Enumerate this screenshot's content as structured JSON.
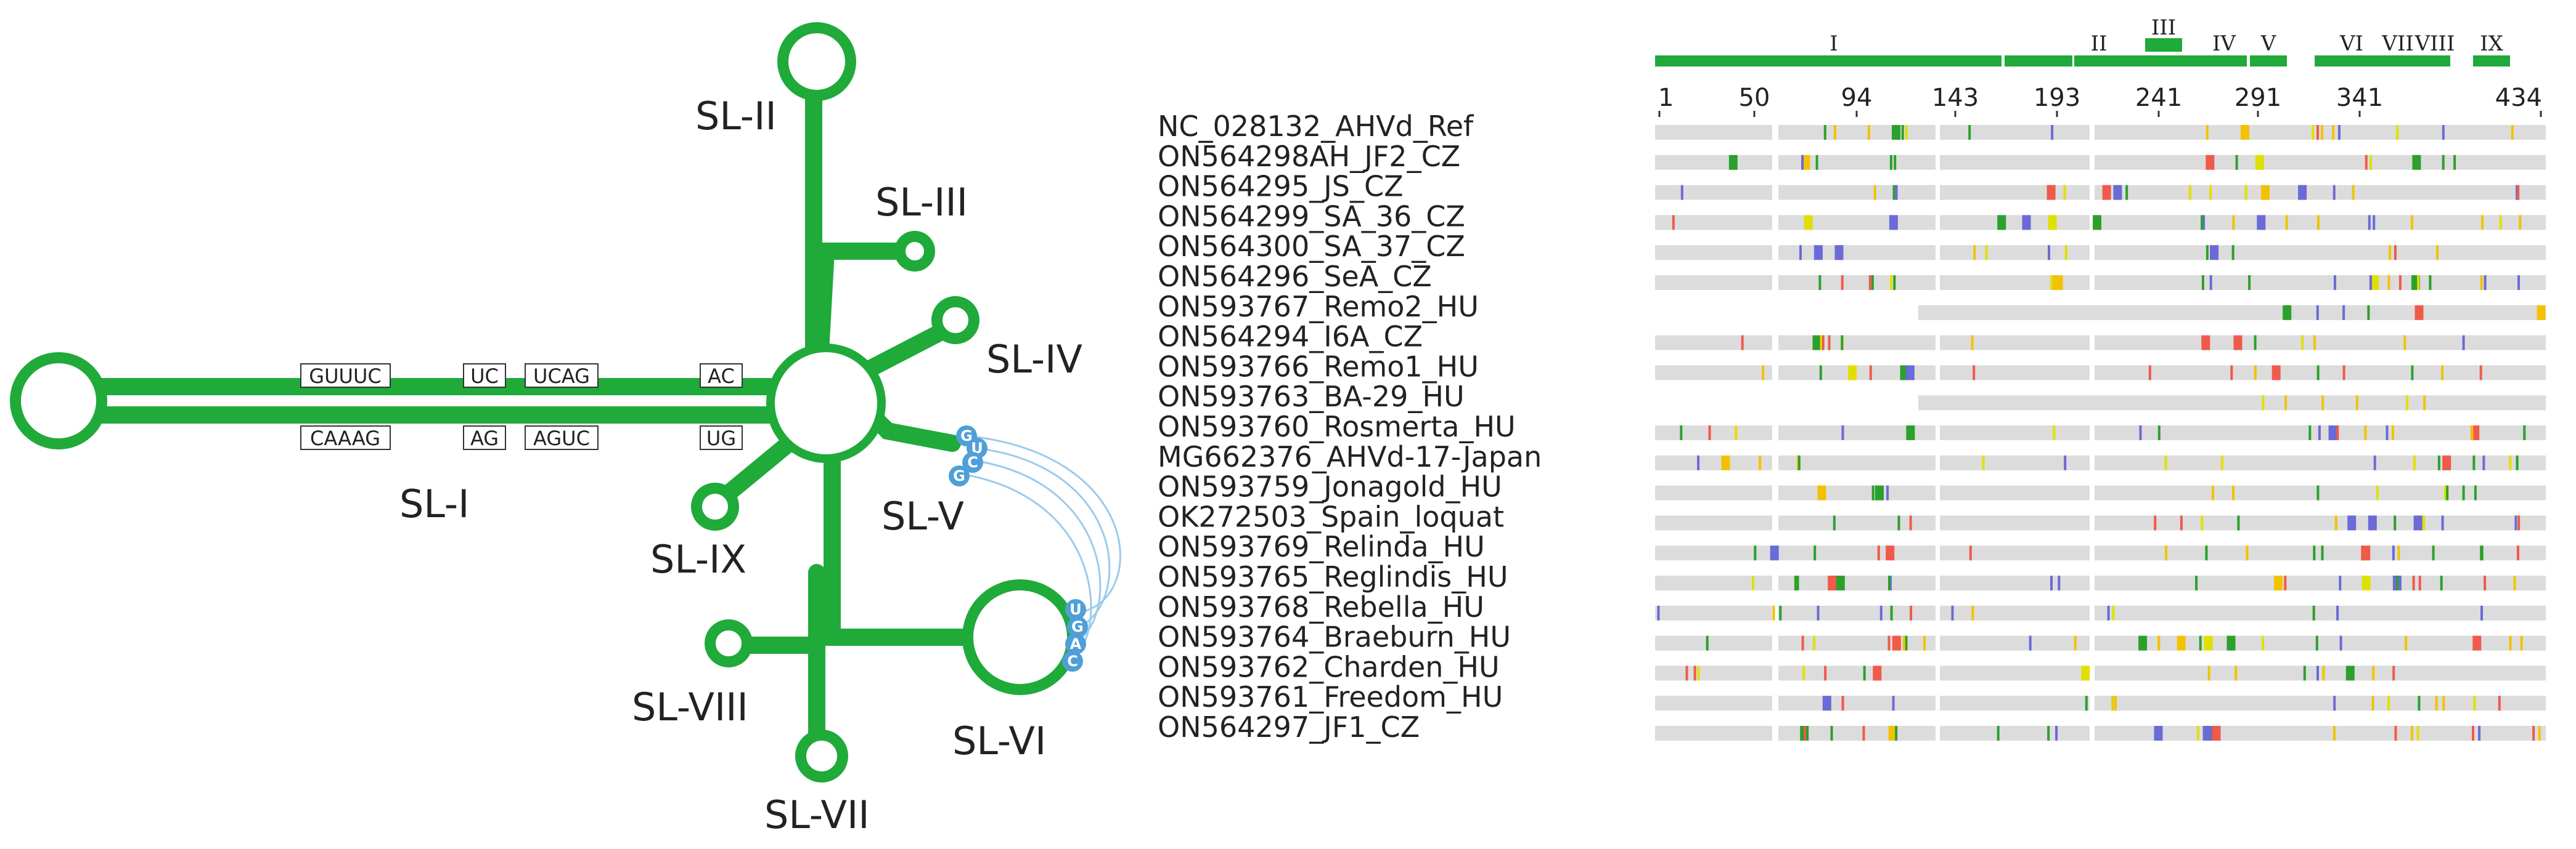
{
  "colors": {
    "stem": "#1faa3a",
    "base_bar": "#dcdcdc",
    "nucleotide": "#4f9fd8",
    "arc": "#9ccbea",
    "A": "#2ca02c",
    "C": "#6a6ad8",
    "G": "#f2c200",
    "U": "#ef5a4a",
    "mix": "#e0e000"
  },
  "diagram": {
    "sl_labels": [
      "SL-I",
      "SL-II",
      "SL-III",
      "SL-IV",
      "SL-V",
      "SL-VI",
      "SL-VII",
      "SL-VIII",
      "SL-IX"
    ],
    "sequence_boxes_top": [
      "GUUUC",
      "UC",
      "UCAG",
      "AC"
    ],
    "sequence_boxes_bottom": [
      "CAAAG",
      "AG",
      "AGUC",
      "UG"
    ],
    "sl_v_nucleotides": [
      "G",
      "U",
      "C",
      "G"
    ],
    "sl_vi_nucleotides": [
      "U",
      "G",
      "A",
      "C"
    ]
  },
  "alignment": {
    "regions": [
      "I",
      "II",
      "III",
      "IV",
      "V",
      "VI",
      "VII",
      "VIII",
      "IX"
    ],
    "ticks": [
      "1",
      "50",
      "94",
      "143",
      "193",
      "241",
      "291",
      "341",
      "434"
    ],
    "sequences": [
      "NC_028132_AHVd_Ref",
      "ON564298AH_JF2_CZ",
      "ON564295_JS_CZ",
      "ON564299_SA_36_CZ",
      "ON564300_SA_37_CZ",
      "ON564296_SeA_CZ",
      "ON593767_Remo2_HU",
      "ON564294_I6A_CZ",
      "ON593766_Remo1_HU",
      "ON593763_BA-29_HU",
      "ON593760_Rosmerta_HU",
      "MG662376_AHVd-17-Japan",
      "ON593759_Jonagold_HU",
      "OK272503_Spain_loquat",
      "ON593769_Relinda_HU",
      "ON593765_Reglindis_HU",
      "ON593768_Rebella_HU",
      "ON593764_Braeburn_HU",
      "ON593762_Charden_HU",
      "ON593761_Freedom_HU",
      "ON564297_JF1_CZ"
    ]
  }
}
